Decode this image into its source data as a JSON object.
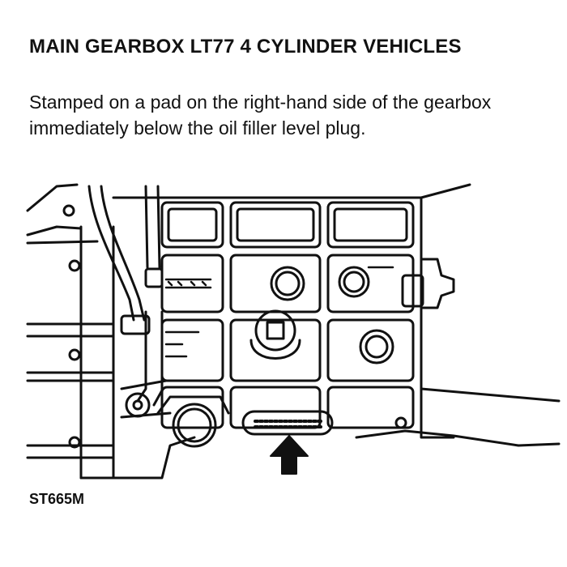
{
  "document": {
    "heading": "MAIN GEARBOX LT77 4 CYLINDER VEHICLES",
    "body": "Stamped on a pad on the right-hand side of the gearbox immediately below the oil filler level plug.",
    "figure_id": "ST665M"
  }
}
